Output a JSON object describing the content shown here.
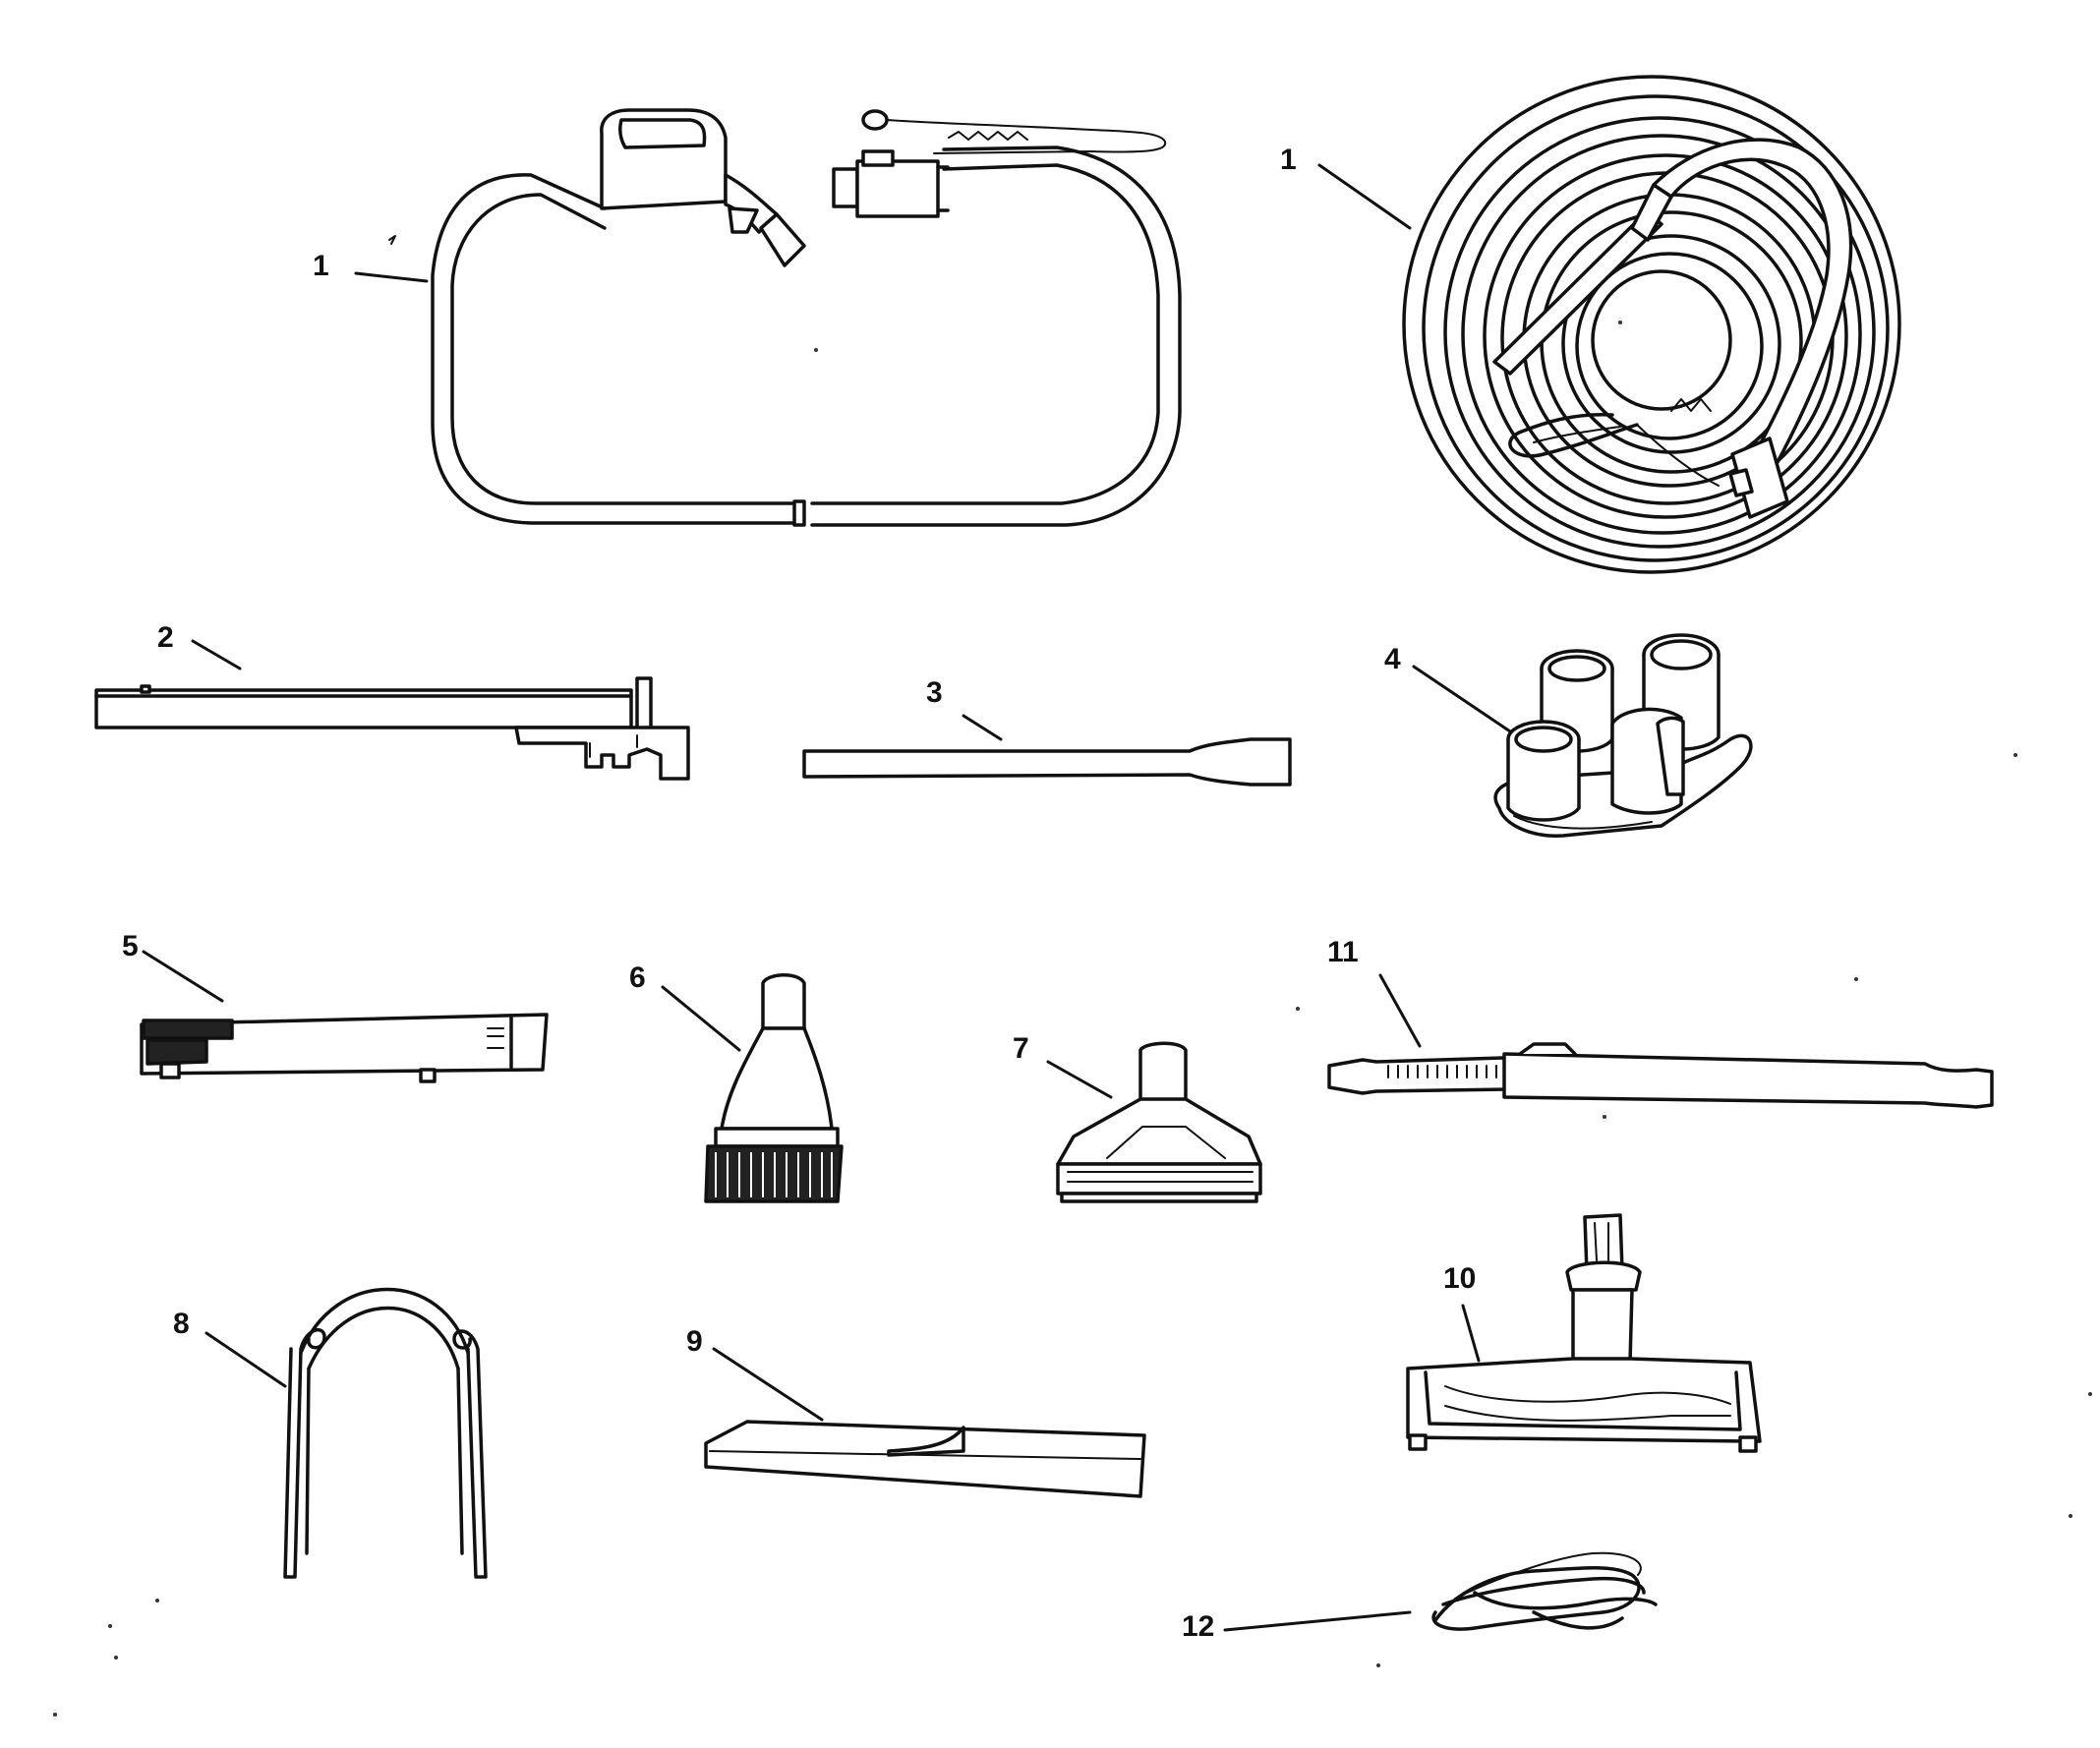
{
  "parts": [
    {
      "id": "hose-with-handle",
      "number": "1"
    },
    {
      "id": "coiled-hose",
      "number": "1"
    },
    {
      "id": "wand-with-pedal",
      "number": "2"
    },
    {
      "id": "straight-wand",
      "number": "3"
    },
    {
      "id": "tool-holder",
      "number": "4"
    },
    {
      "id": "powered-wand",
      "number": "5"
    },
    {
      "id": "dusting-brush",
      "number": "6"
    },
    {
      "id": "upholstery-tool",
      "number": "7"
    },
    {
      "id": "hose-hanger",
      "number": "8"
    },
    {
      "id": "crevice-tool",
      "number": "9"
    },
    {
      "id": "floor-brush",
      "number": "10"
    },
    {
      "id": "telescopic-wand",
      "number": "11"
    },
    {
      "id": "cord",
      "number": "12"
    }
  ]
}
